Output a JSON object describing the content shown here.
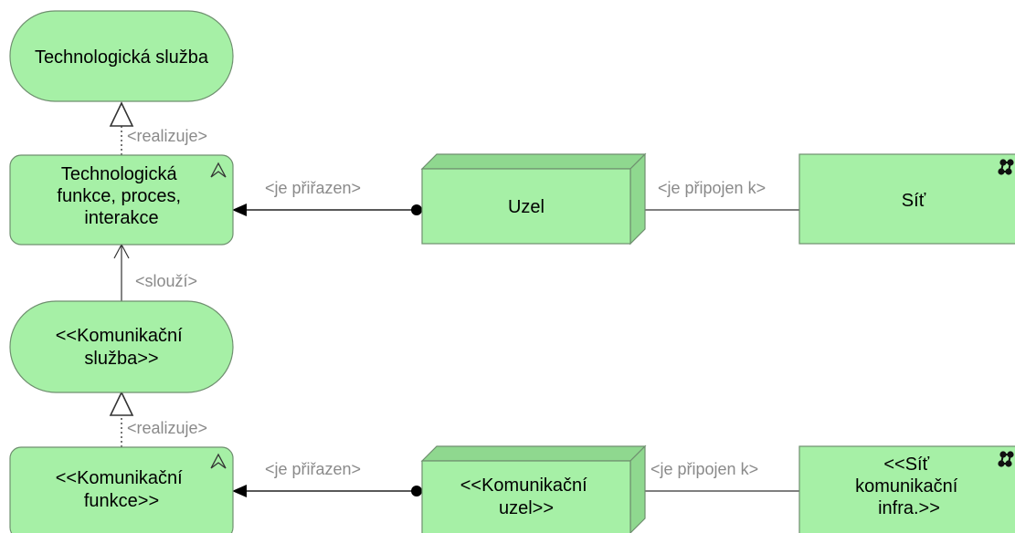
{
  "nodes": {
    "tech_service": {
      "lines": [
        "Technologická služba"
      ]
    },
    "tech_function": {
      "lines": [
        "Technologická",
        "funkce, proces,",
        "interakce"
      ]
    },
    "comm_service": {
      "lines": [
        "<<Komunikační",
        "služba>>"
      ]
    },
    "comm_function": {
      "lines": [
        "<<Komunikační",
        "funkce>>"
      ]
    },
    "node": {
      "lines": [
        "Uzel"
      ]
    },
    "comm_node": {
      "lines": [
        "<<Komunikační",
        "uzel>>"
      ]
    },
    "network": {
      "lines": [
        "Síť"
      ]
    },
    "comm_network": {
      "lines": [
        "<<Síť",
        "komunikační",
        "infra.>>"
      ]
    }
  },
  "relations": {
    "realizes_top": "<realizuje>",
    "serves": "<slouží>",
    "realizes_bottom": "<realizuje>",
    "assigned_top": "<je přiřazen>",
    "assigned_bottom": "<je přiřazen>",
    "connected_top": "<je připojen k>",
    "connected_bottom": "<je připojen k>"
  },
  "icons": {
    "function_icon": "function-chevron-icon",
    "network_icon": "network-icon"
  }
}
